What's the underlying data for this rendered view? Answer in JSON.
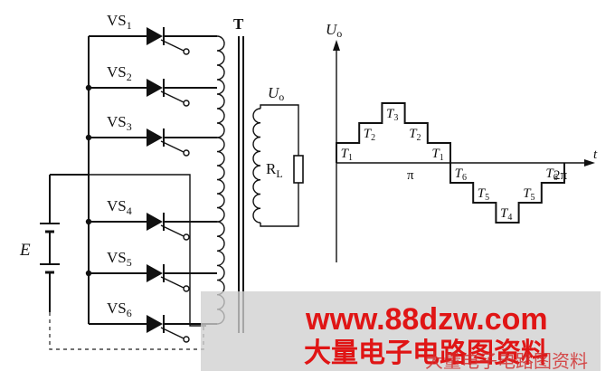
{
  "circuit": {
    "thyristors": [
      {
        "name": "VS",
        "sub": "1"
      },
      {
        "name": "VS",
        "sub": "2"
      },
      {
        "name": "VS",
        "sub": "3"
      },
      {
        "name": "VS",
        "sub": "4"
      },
      {
        "name": "VS",
        "sub": "5"
      },
      {
        "name": "VS",
        "sub": "6"
      }
    ],
    "transformer_label": "T",
    "source_label": "E",
    "load_label": "R",
    "load_sub": "L",
    "output_label": "U",
    "output_sub": "o"
  },
  "waveform": {
    "y_axis_label": "U",
    "y_axis_sub": "o",
    "x_axis_label": "t",
    "pi_label": "π",
    "two_pi_label": "2π",
    "step_levels": [
      1,
      2,
      3,
      2,
      1,
      -1,
      -2,
      -3,
      -2,
      -1
    ],
    "positive_labels": [
      {
        "name": "T",
        "sub": "1"
      },
      {
        "name": "T",
        "sub": "2"
      },
      {
        "name": "T",
        "sub": "3"
      },
      {
        "name": "T",
        "sub": "2"
      },
      {
        "name": "T",
        "sub": "1"
      }
    ],
    "negative_labels": [
      {
        "name": "T",
        "sub": "6"
      },
      {
        "name": "T",
        "sub": "5"
      },
      {
        "name": "T",
        "sub": "4"
      },
      {
        "name": "T",
        "sub": "5"
      },
      {
        "name": "T",
        "sub": "6"
      }
    ]
  },
  "watermark": {
    "url": "www.88dzw.com",
    "cn_main": "大量电子电路图资料",
    "cn_secondary": "大量电子电路图资料"
  }
}
